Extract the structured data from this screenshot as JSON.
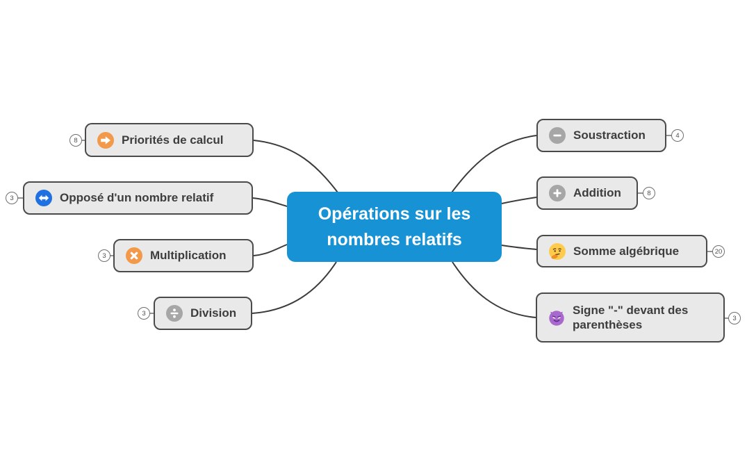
{
  "central_topic": {
    "title_line1": "Opérations sur les",
    "title_line2": "nombres relatifs"
  },
  "left_nodes": [
    {
      "label": "Priorités de calcul",
      "badge": "8",
      "icon": "arrow-right-icon"
    },
    {
      "label": "Opposé d'un nombre relatif",
      "badge": "3",
      "icon": "arrows-left-right-icon"
    },
    {
      "label": "Multiplication",
      "badge": "3",
      "icon": "multiply-icon"
    },
    {
      "label": "Division",
      "badge": "3",
      "icon": "divide-icon"
    }
  ],
  "right_nodes": [
    {
      "label": "Soustraction",
      "badge": "4",
      "icon": "minus-icon"
    },
    {
      "label": "Addition",
      "badge": "8",
      "icon": "plus-icon"
    },
    {
      "label": "Somme algébrique",
      "badge": "20",
      "icon": "thinking-face-icon"
    },
    {
      "label": "Signe \"-\" devant des parenthèses",
      "badge": "3",
      "icon": "devil-face-icon"
    }
  ],
  "colors": {
    "central_fill": "#1792d4",
    "central_text": "#ffffff",
    "node_fill": "#e9e9e9",
    "node_border": "#4a4a4a",
    "node_text": "#3d3d3d",
    "connector": "#3b3b3b",
    "icon_orange": "#f2994a",
    "icon_blue": "#1f70e0",
    "icon_gray": "#a6a6a6",
    "emoji_yellow": "#ffcb4c",
    "emoji_purple": "#a868ce"
  }
}
